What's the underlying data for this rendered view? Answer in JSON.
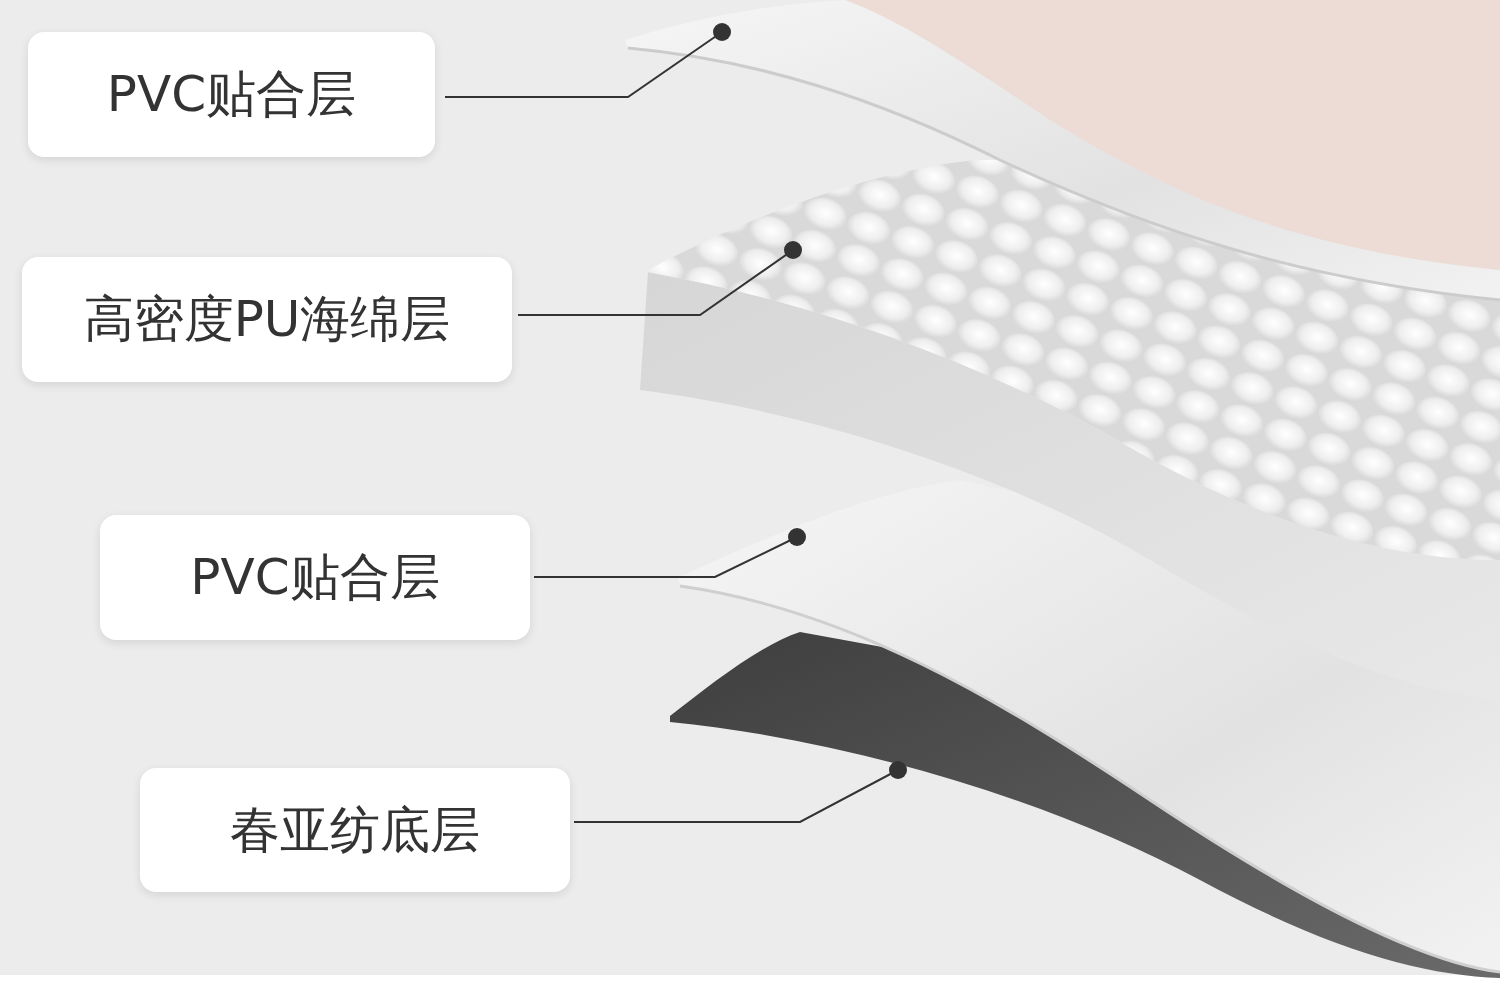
{
  "diagram": {
    "nodes": [
      {
        "text": [
          "PVC贴合层"
        ]
      },
      {
        "text": [
          "高密度PU海绵层"
        ]
      },
      {
        "text": [
          "PVC贴合层"
        ]
      },
      {
        "text": [
          "春亚纺底层"
        ]
      }
    ]
  }
}
